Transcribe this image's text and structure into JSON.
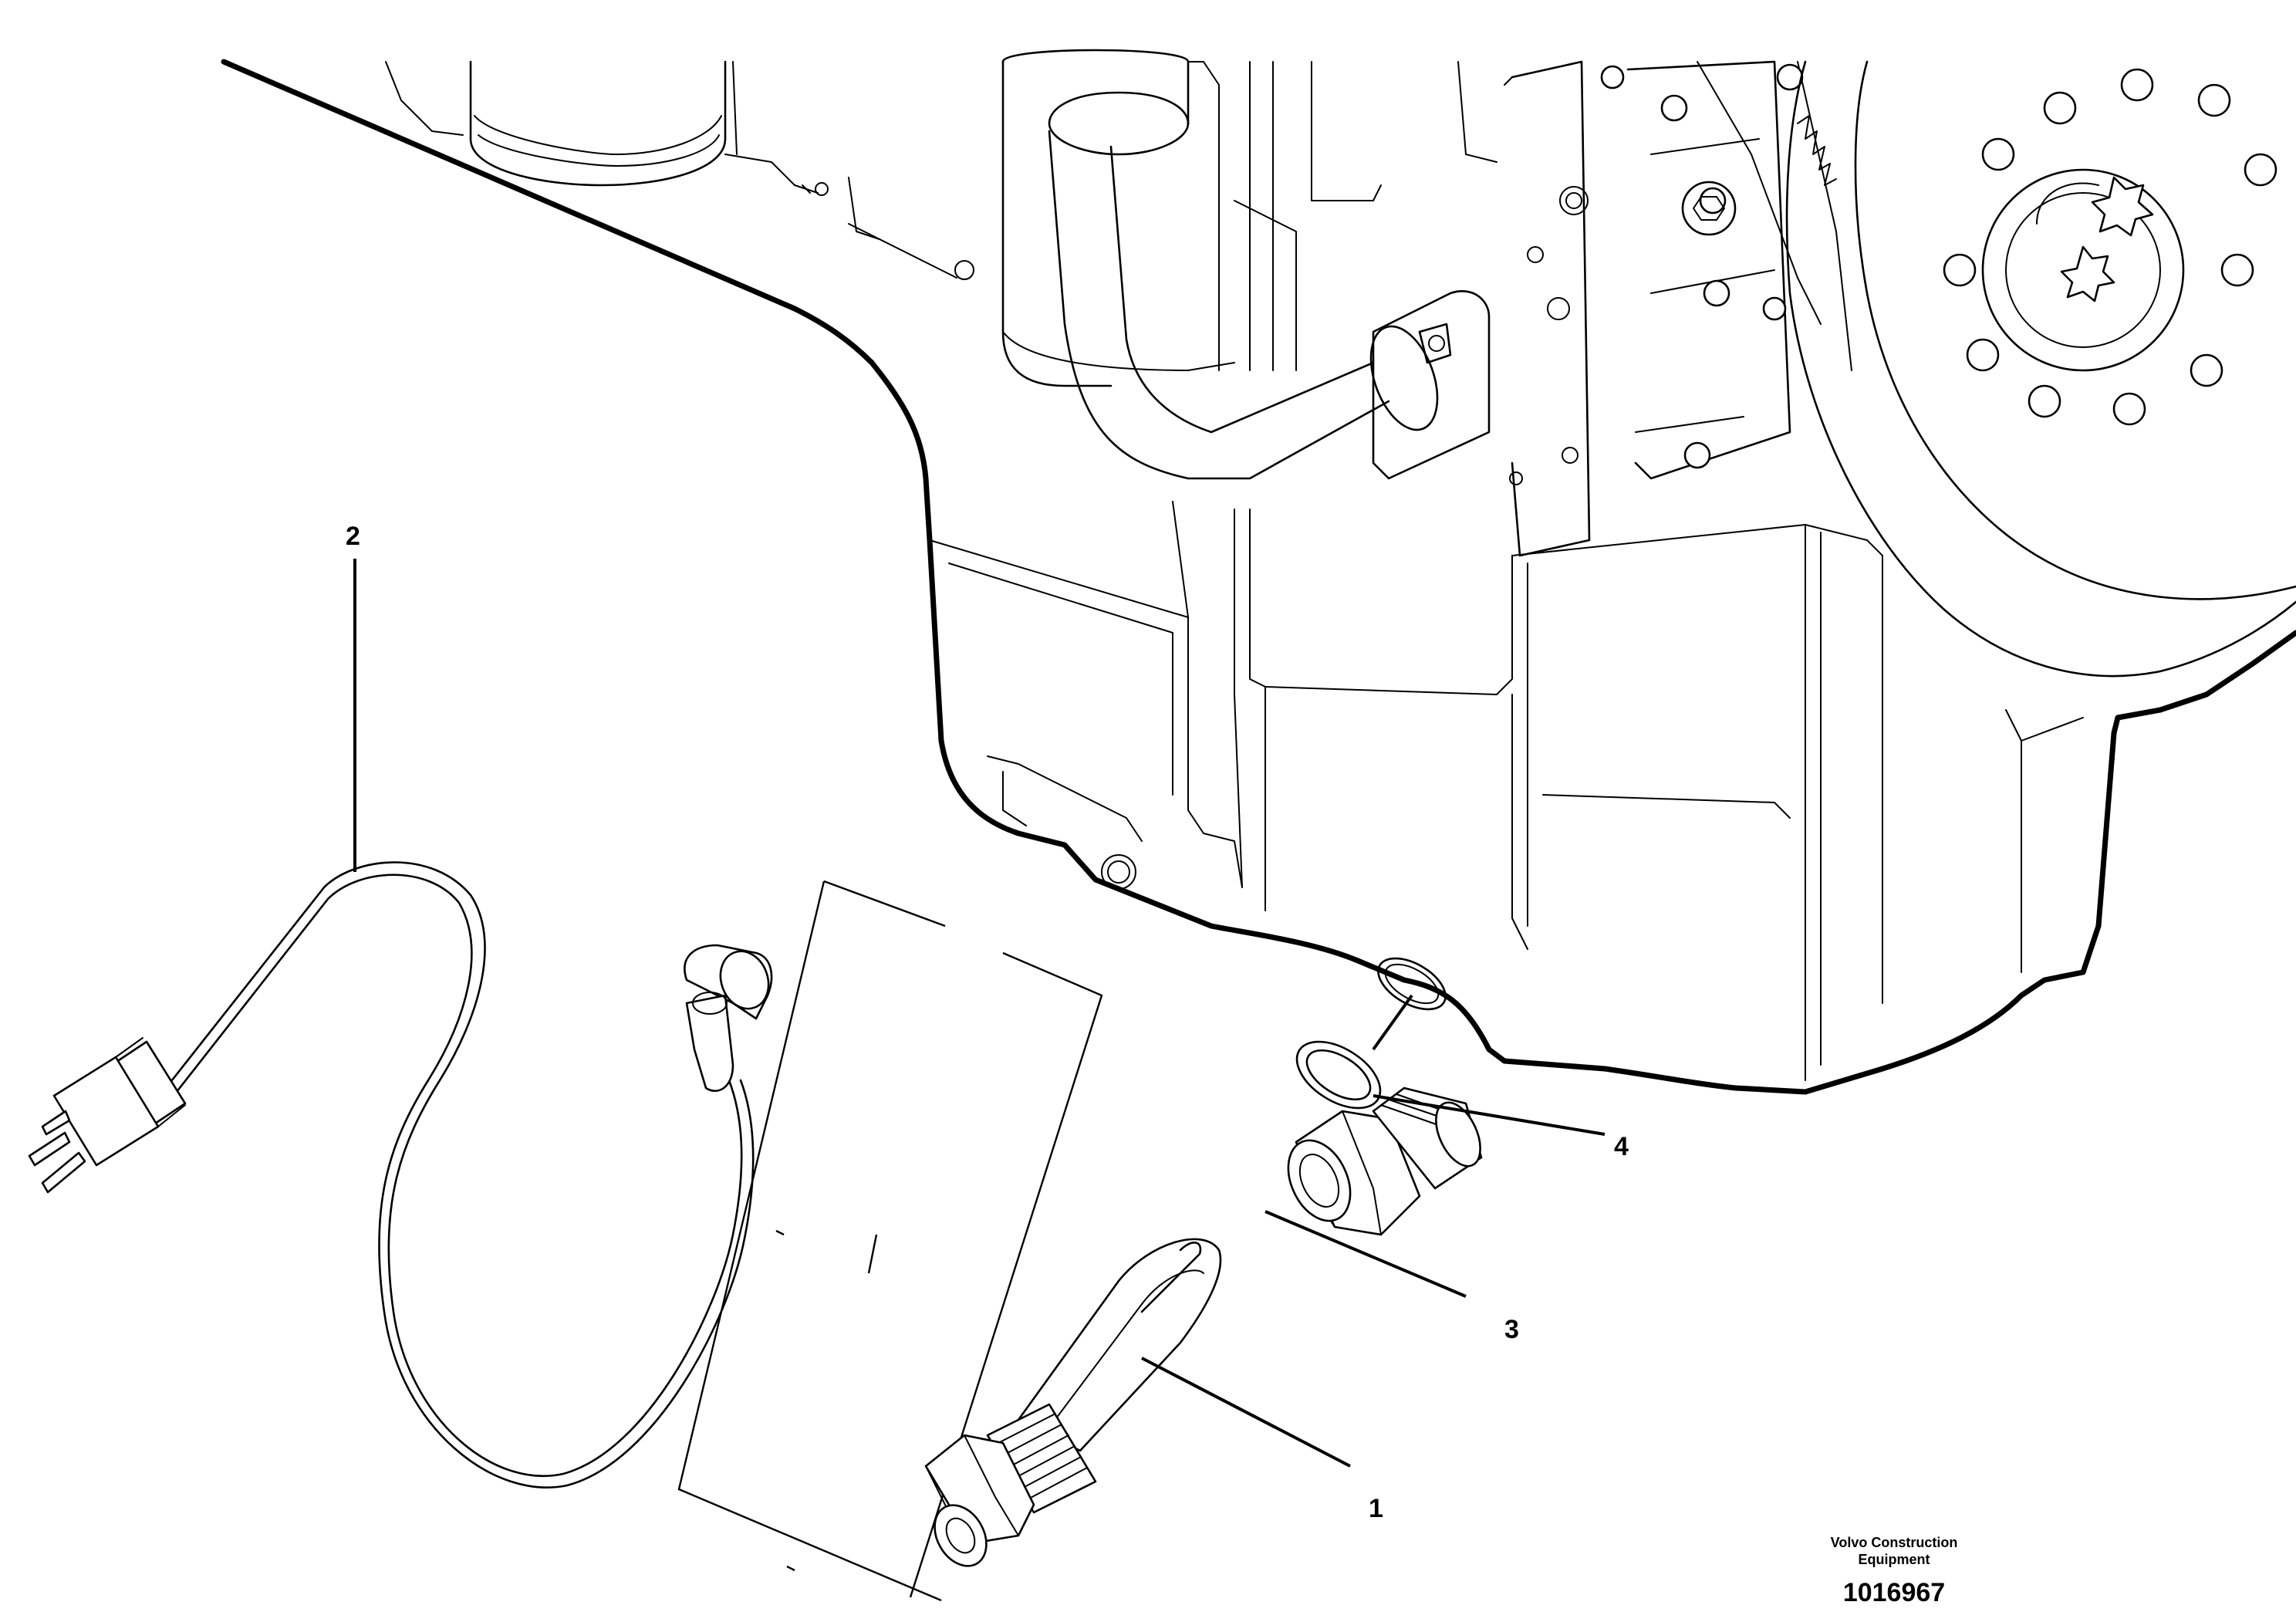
{
  "callouts": {
    "heater_element": "1",
    "power_cord": "2",
    "adapter": "3",
    "seal_ring": "4"
  },
  "footer": {
    "brand_line1": "Volvo Construction",
    "brand_line2": "Equipment",
    "drawing_number": "1016967"
  }
}
